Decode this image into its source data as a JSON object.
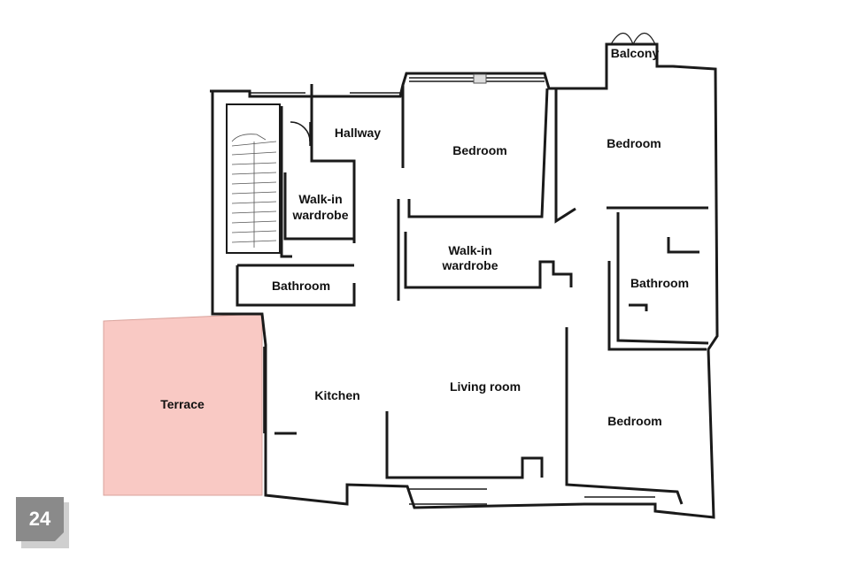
{
  "rooms": {
    "balcony": "Balcony",
    "hallway": "Hallway",
    "bedroom_1": "Bedroom",
    "bedroom_2": "Bedroom",
    "bedroom_3": "Bedroom",
    "walkin_1": [
      "Walk-in",
      "wardrobe"
    ],
    "walkin_2": [
      "Walk-in",
      "wardrobe"
    ],
    "bathroom_1": "Bathroom",
    "bathroom_2": "Bathroom",
    "terrace": "Terrace",
    "kitchen": "Kitchen",
    "living_room": "Living room"
  },
  "badge": {
    "number": "24"
  },
  "colors": {
    "terrace_fill": "#f9c9c4",
    "badge_fill": "#8a8a8a",
    "wall": "#1a1a1a"
  }
}
